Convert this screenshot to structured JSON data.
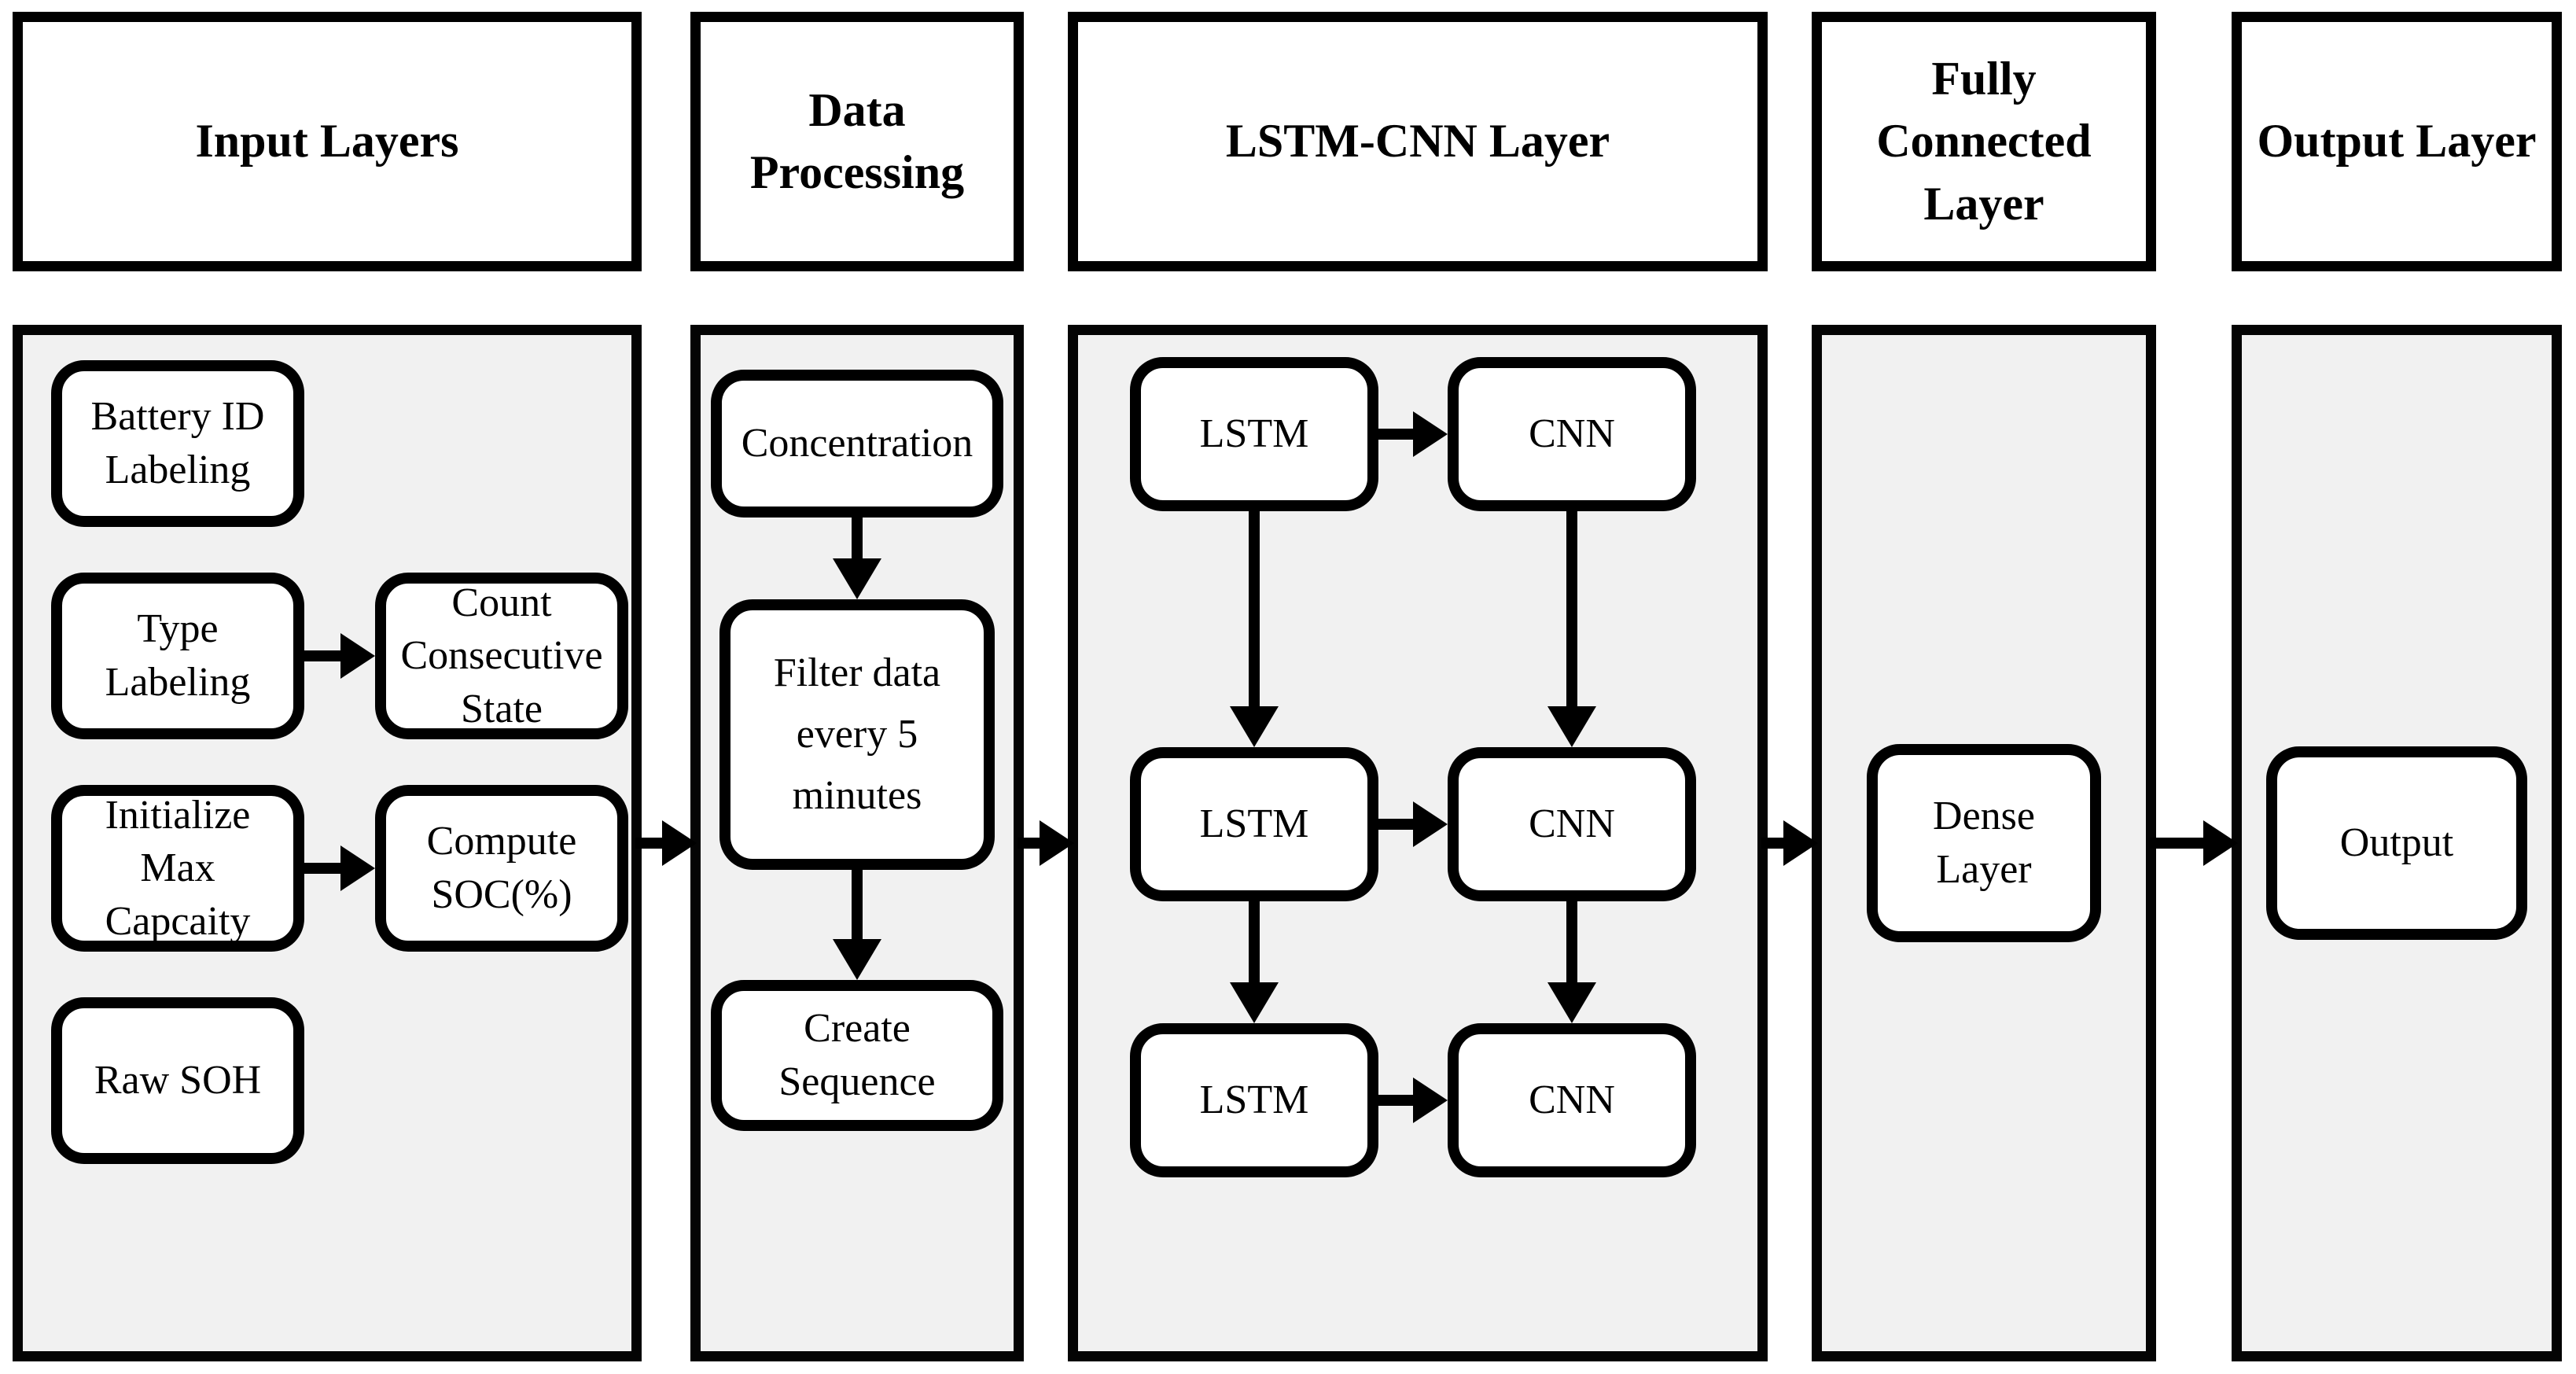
{
  "colors": {
    "background": "#ffffff",
    "container_fill": "#f1f1f1",
    "box_fill": "#ffffff",
    "line": "#000000"
  },
  "headers": {
    "input": "Input Layers",
    "data_processing": "Data\nProcessing",
    "lstm_cnn": "LSTM-CNN Layer",
    "fully_connected": "Fully\nConnected\nLayer",
    "output": "Output Layer"
  },
  "input_column": {
    "battery_id": "Battery ID\nLabeling",
    "type_labeling": "Type\nLabeling",
    "count_consecutive": "Count\nConsecutive\nState",
    "initialize_max": "Initialize\nMax\nCapcaity",
    "compute_soc": "Compute\nSOC(%)",
    "raw_soh": "Raw SOH"
  },
  "data_processing_column": {
    "concentration": "Concentration",
    "filter_data": "Filter data\nevery 5\nminutes",
    "create_sequence": "Create\nSequence"
  },
  "lstm_cnn_column": {
    "rows": [
      {
        "left": "LSTM",
        "right": "CNN"
      },
      {
        "left": "LSTM",
        "right": "CNN"
      },
      {
        "left": "LSTM",
        "right": "CNN"
      }
    ]
  },
  "fully_connected_column": {
    "dense_layer": "Dense\nLayer"
  },
  "output_column": {
    "output": "Output"
  }
}
